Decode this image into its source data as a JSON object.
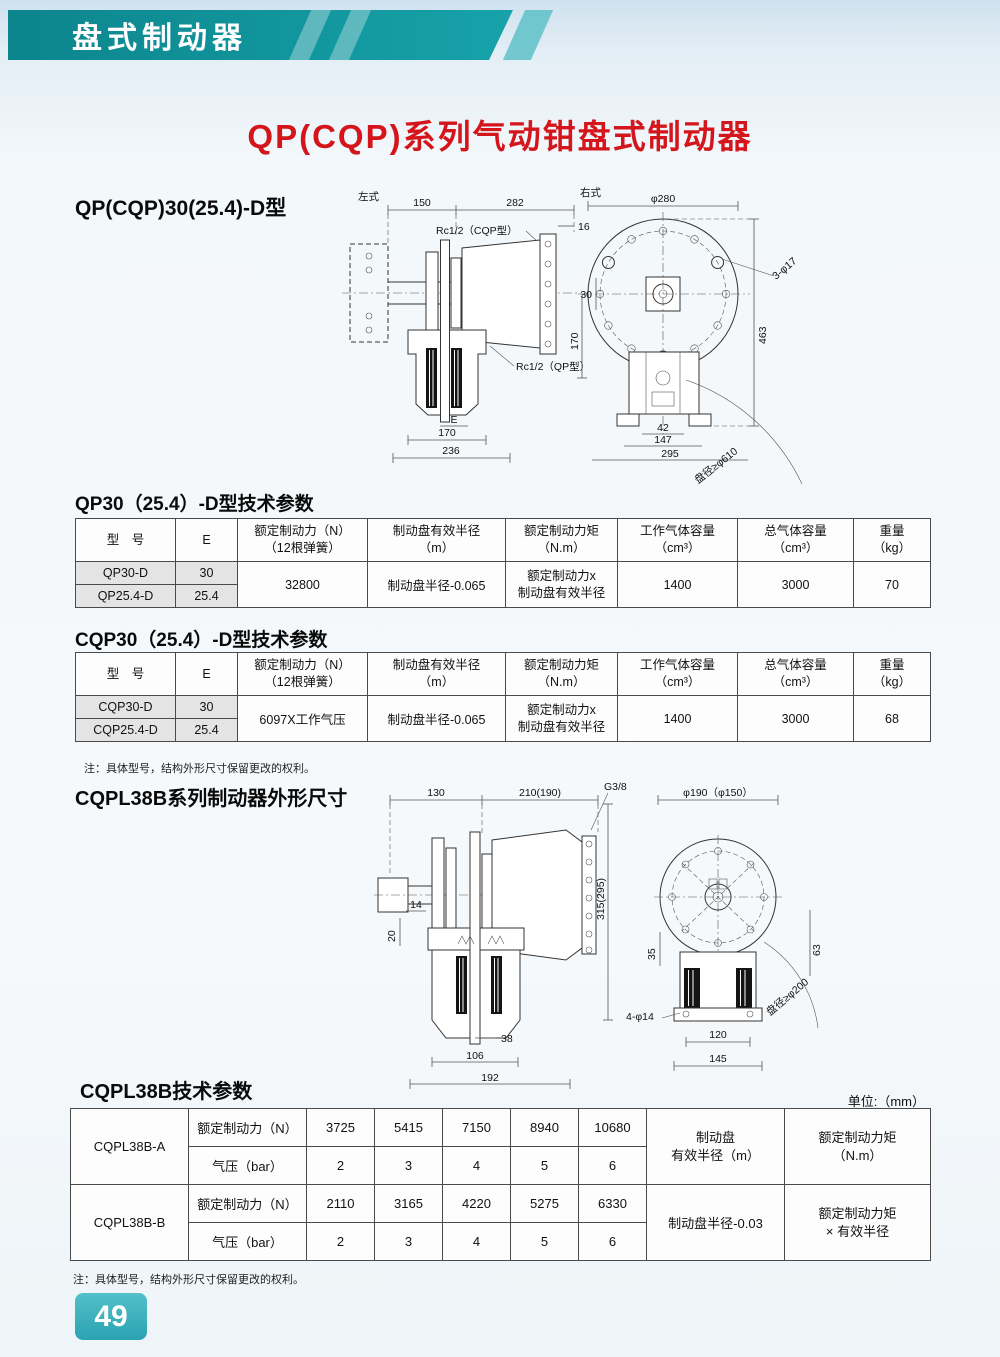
{
  "page": {
    "banner_title": "盘式制动器",
    "main_title": "QP(CQP)系列气动钳盘式制动器",
    "page_number": "49",
    "unit_note": "单位:（mm）"
  },
  "sections": {
    "qp_model": "QP(CQP)30(25.4)-D型",
    "qp_table": "QP30（25.4）-D型技术参数",
    "cqp_table": "CQP30（25.4）-D型技术参数",
    "cqpl_outline": "CQPL38B系列制动器外形尺寸",
    "cqpl_table": "CQPL38B技术参数"
  },
  "dwg1": {
    "left_style": "左式",
    "right_style": "右式",
    "d150": "150",
    "d282": "282",
    "d16": "16",
    "rc_cqp": "Rc1/2（CQP型）",
    "rc_qp": "Rc1/2（QP型）",
    "e": "E",
    "d170b": "170",
    "d236": "236",
    "phi280": "φ280",
    "d3phi17": "3-φ17",
    "d30": "30",
    "d170r": "170",
    "d463": "463",
    "d42": "42",
    "d147": "147",
    "d295": "295",
    "disc": "盘径≥φ610"
  },
  "dwg2": {
    "d130": "130",
    "d210": "210(190)",
    "g38": "G3/8",
    "phi190": "φ190（φ150）",
    "d14": "14",
    "d20": "20",
    "d315": "315(295)",
    "d38": "38",
    "d106": "106",
    "d192": "192",
    "d35": "35",
    "d63": "63",
    "disc": "盘径≥φ200",
    "d4phi14": "4-φ14",
    "d120": "120",
    "d145": "145"
  },
  "qp_table": {
    "headers": {
      "model": "型　号",
      "e": "E",
      "force1": "额定制动力（N）",
      "force2": "（12根弹簧）",
      "radius1": "制动盘有效半径",
      "radius2": "（m）",
      "torque1": "额定制动力矩",
      "torque2": "（N.m）",
      "work1": "工作气体容量",
      "work2": "（cm³）",
      "total1": "总气体容量",
      "total2": "（cm³）",
      "weight1": "重量",
      "weight2": "（kg）"
    },
    "rows": [
      {
        "model": "QP30-D",
        "e": "30"
      },
      {
        "model": "QP25.4-D",
        "e": "25.4"
      }
    ],
    "force": "32800",
    "radius": "制动盘半径-0.065",
    "torque1": "额定制动力x",
    "torque2": "制动盘有效半径",
    "work": "1400",
    "total": "3000",
    "weight": "70"
  },
  "cqp_table": {
    "headers": {
      "model": "型　号",
      "e": "E",
      "force1": "额定制动力（N）",
      "force2": "（12根弹簧）",
      "radius1": "制动盘有效半径",
      "radius2": "（m）",
      "torque1": "额定制动力矩",
      "torque2": "（N.m）",
      "work1": "工作气体容量",
      "work2": "（cm³）",
      "total1": "总气体容量",
      "total2": "（cm³）",
      "weight1": "重量",
      "weight2": "（kg）"
    },
    "rows": [
      {
        "model": "CQP30-D",
        "e": "30"
      },
      {
        "model": "CQP25.4-D",
        "e": "25.4"
      }
    ],
    "force": "6097X工作气压",
    "radius": "制动盘半径-0.065",
    "torque1": "额定制动力x",
    "torque2": "制动盘有效半径",
    "work": "1400",
    "total": "3000",
    "weight": "68",
    "note": "注：具体型号，结构外形尺寸保留更改的权利。"
  },
  "cqpl_table": {
    "a": {
      "model": "CQPL38B-A",
      "force_label": "额定制动力（N）",
      "forces": [
        "3725",
        "5415",
        "7150",
        "8940",
        "10680"
      ],
      "pressure_label": "气压（bar）",
      "pressures": [
        "2",
        "3",
        "4",
        "5",
        "6"
      ],
      "radius1": "制动盘",
      "radius2": "有效半径（m）",
      "torque1": "额定制动力矩",
      "torque2": "（N.m）"
    },
    "b": {
      "model": "CQPL38B-B",
      "force_label": "额定制动力（N）",
      "forces": [
        "2110",
        "3165",
        "4220",
        "5275",
        "6330"
      ],
      "pressure_label": "气压（bar）",
      "pressures": [
        "2",
        "3",
        "4",
        "5",
        "6"
      ],
      "radius": "制动盘半径-0.03",
      "torque1": "额定制动力矩",
      "torque2": "× 有效半径"
    },
    "note": "注：具体型号，结构外形尺寸保留更改的权利。"
  }
}
